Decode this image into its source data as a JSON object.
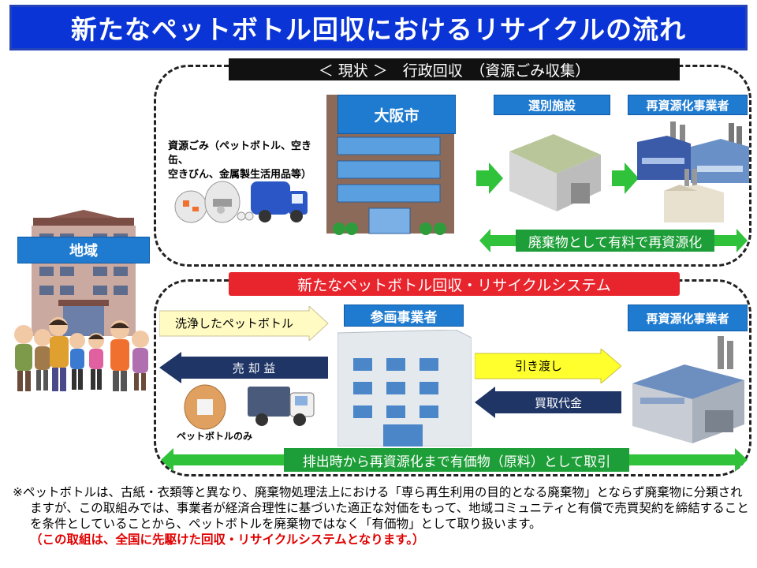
{
  "title": "新たなペットボトル回収におけるリサイクルの流れ",
  "top_panel": {
    "header": "＜ 現状 ＞　行政回収　（資源ごみ収集）",
    "city_label": "大阪市",
    "sorting_label": "選別施設",
    "recycler_label": "再資源化事業者",
    "garbage_line1": "資源ごみ（ペットボトル、空き缶、",
    "garbage_line2": "空きびん、金属製生活用品等）",
    "flow_bar": "廃棄物として有料で再資源化"
  },
  "region_label": "地域",
  "bottom_panel": {
    "header": "新たなペットボトル回収・リサイクルシステム",
    "participant_label": "参画事業者",
    "recycler_label": "再資源化事業者",
    "arrow_washed": "洗浄したペットボトル",
    "arrow_sale": "売 却 益",
    "arrow_handover": "引き渡し",
    "arrow_purchase": "買取代金",
    "pet_only": "ペットボトルのみ",
    "flow_bar": "排出時から再資源化まで有価物（原料）として取引"
  },
  "colors": {
    "title_bg": "#0a34d6",
    "label_blue": "#1f7bd0",
    "green": "#1e9e38",
    "red": "#e8242d",
    "navy_arrow": "#1f3566",
    "yellow_arrow": "#ffff2e",
    "lightyellow_arrow": "#fffbc2"
  },
  "footnote": {
    "text": "※ペットボトルは、古紙・衣類等と異なり、廃棄物処理法上における「専ら再生利用の目的となる廃棄物」とならず廃棄物に分類されますが、この取組みでは、事業者が経済合理性に基づいた適正な対価をもって、地域コミュニティと有償で売買契約を締結することを条件としていることから、ペットボトルを廃棄物ではなく「有価物」として取り扱います。",
    "highlight": "（この取組は、全国に先駆けた回収・リサイクルシステムとなります。）"
  }
}
